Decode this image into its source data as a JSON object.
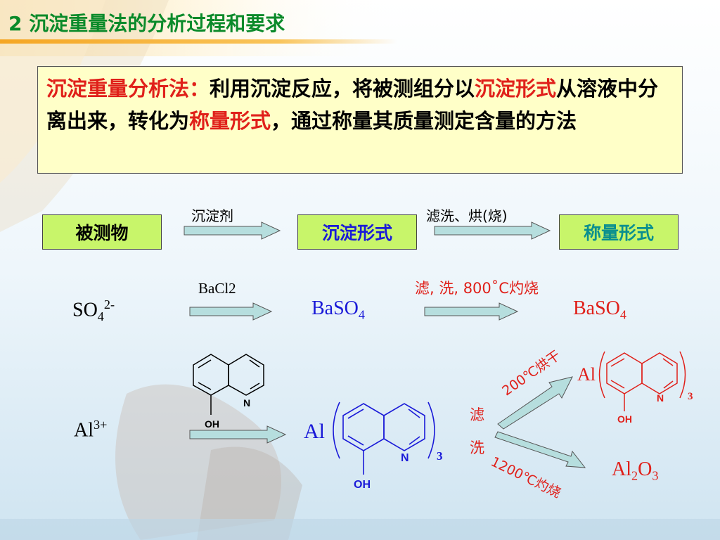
{
  "title": "2 沉淀重量法的分析过程和要求",
  "definition": {
    "term": "沉淀重量分析法：",
    "part1": "利用沉淀反应，将被测组分以",
    "term2": "沉淀形式",
    "part2": "从溶液中分离出来，转化为",
    "term3": "称量形式",
    "part3": "，通过称量其质量测定含量的方法"
  },
  "flow": {
    "box1": "被测物",
    "box2": "沉淀形式",
    "box3": "称量形式",
    "arrow1_label": "沉淀剂",
    "arrow2_label": "滤洗、烘(烧)"
  },
  "example1": {
    "reactant_base": "SO",
    "reactant_sub": "4",
    "reactant_sup": "2-",
    "reagent": "BaCl2",
    "precip_base": "BaSO",
    "precip_sub": "4",
    "condition": "滤, 洗, 800˚C灼烧",
    "product_base": "BaSO",
    "product_sub": "4"
  },
  "example2": {
    "reactant_base": "Al",
    "reactant_sup": "3+",
    "reagent_n": "N",
    "reagent_oh": "OH",
    "precip_metal": "Al",
    "precip_n": "N",
    "precip_oh": "OH",
    "precip_coef": "3",
    "filter1": "滤",
    "filter2": "洗",
    "upper_condition": "200℃烘干",
    "lower_condition": "1200℃灼烧",
    "upper_metal": "Al",
    "upper_n": "N",
    "upper_oh": "OH",
    "upper_coef": "3",
    "lower_product_a": "Al",
    "lower_product_a_sub": "2",
    "lower_product_b": "O",
    "lower_product_b_sub": "3"
  },
  "colors": {
    "title": "#0a8a2a",
    "term_red": "#e0201a",
    "box_fill": "#c8f56a",
    "defbox_fill": "#ffffc8",
    "blue": "#1a1ad8",
    "teal": "#0a8f8f",
    "arrow_fill": "#b6dede"
  }
}
